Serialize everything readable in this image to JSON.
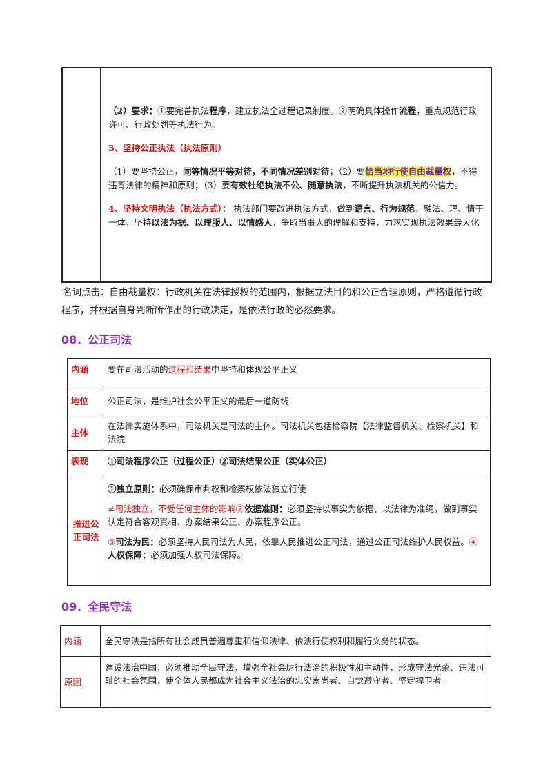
{
  "table1": {
    "requirements": {
      "head": "（2）要求：",
      "s1": "①要完善执法",
      "b1": "程序",
      "s2": "，建立执法全过程记录制度。②明确具体操作",
      "b2": "流程",
      "s3": "，重点规范行政许可、行政处罚等执法行为。"
    },
    "fair_title": "3、坚持公正执法（执法原则）",
    "fair": {
      "s1": "（1）要坚持公正，",
      "b1": "同等情况平等对待，不同情况差别对待",
      "s2": "；（2）要",
      "h1": "恰当地行使自由裁量权",
      "s3": "，不得违背法律的精神和原则；（3）要",
      "b2": "有效杜绝执法不公、随意执法",
      "s4": "，不断提升执法机关的公信力。"
    },
    "civil": {
      "title": "4、坚持文明执法（执法方式）：",
      "s1": " 执法部门要改进执法方式，做到",
      "b1": "语言、行为规范",
      "s2": "，融法、理、情于一体，坚持",
      "b2": "以法为据、以理服人、以情感人",
      "s3": "，争取当事人的理解和支持，力求实现执法效果最大化"
    }
  },
  "note": "名词点击：自由裁量权：行政机关在法律授权的范围内，根据立法目的和公正合理原则，严格遵循行政程序，并根据自身判断所作出的行政决定，是依法行政的必然要求。",
  "section08": "08．公正司法",
  "table2": {
    "rows": [
      {
        "label": "内涵",
        "pre": "要在司法活动的",
        "red": "过程和结果",
        "post": "中坚持和体现公平正义"
      },
      {
        "label": "地位",
        "text": "公正司法，是维护社会公平正义的最后一道防线"
      },
      {
        "label": "主体",
        "text": "在法律实施体系中，司法机关是司法的主体。司法机关包括检察院【法律监督机关、检察机关】和法院"
      },
      {
        "label": "表现",
        "text": "①司法程序公正（过程公正）②司法结果公正（实体公正）"
      },
      {
        "label": "推进公正司法"
      }
    ],
    "promote": {
      "p1_bold": "①独立原则：",
      "p1_text": "必须确保审判权和检察权依法独立行使",
      "p2_red": "≠司法独立，不受任何主体的影响",
      "p2_num": "②",
      "p2_bold": "依据准则：",
      "p2_text": "必须坚持以事实为依据、以法律为准绳，做到事实认定符合客观真相、办案结果公正、办案程序公正。",
      "p3_num": "③",
      "p3_bold": "司法为民：",
      "p3_text": "必须坚持人民司法为人民，依靠人民推进公正司法，通过公正司法维护人民权益。",
      "p4_num": "④",
      "p4_bold": "人权保障：",
      "p4_text": "必须加强人权司法保障。"
    }
  },
  "section09": "09．全民守法",
  "table3": {
    "rows": [
      {
        "label": "内涵",
        "text": "全民守法是指所有社会成员普遍尊重和信仰法律、依法行使权利和履行义务的状态。"
      },
      {
        "label": "原因",
        "text": "建设法治中国，必须推动全民守法，增强全社会厉行法治的积极性和主动性，形成守法光荣、违法可耻的社会氛围，使全体人民都成为社会主义法治的忠实崇尚者、自觉遵守者、坚定捍卫者。"
      }
    ]
  },
  "colors": {
    "accent_red": "#e01010",
    "heading_purple": "#8b2fc9",
    "highlight": "#ffff00"
  }
}
